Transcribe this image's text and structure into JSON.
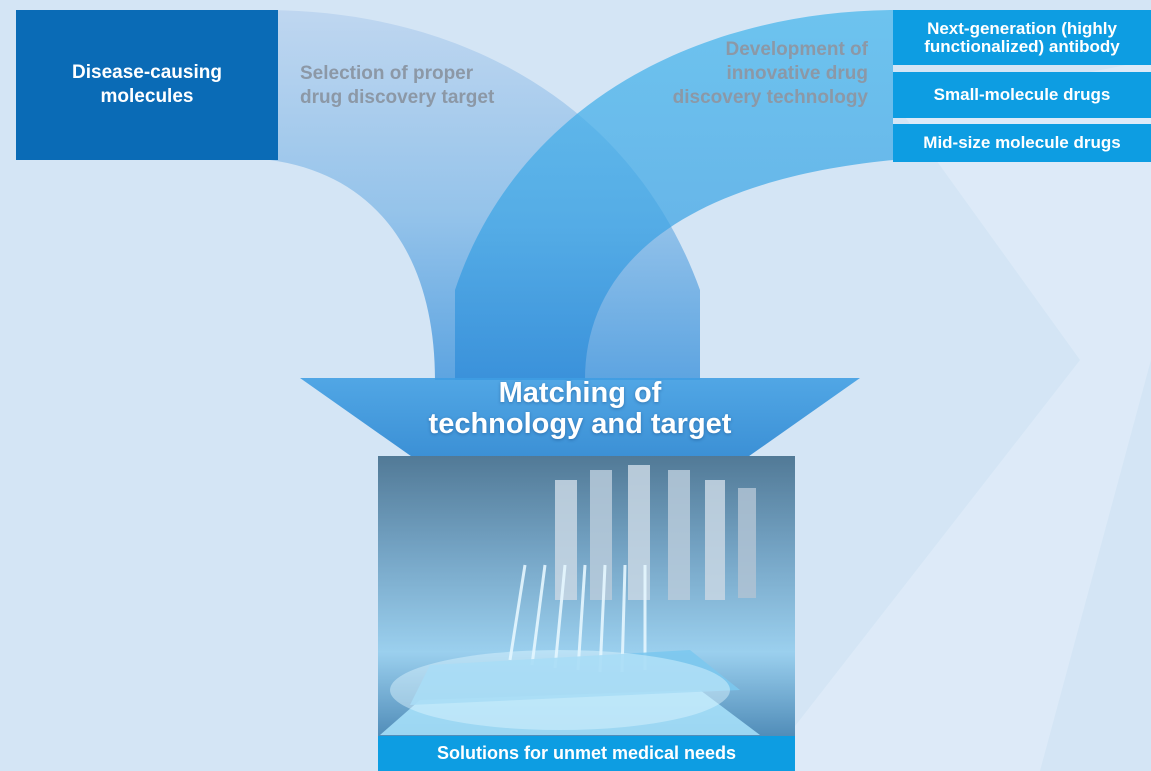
{
  "boxes": {
    "disease_causing": "Disease-causing\nmolecules",
    "next_generation": "Next-generation (highly\nfunctionalized) antibody",
    "small_molecule": "Small-molecule drugs",
    "mid_size": "Mid-size molecule drugs",
    "solutions": "Solutions for unmet medical needs"
  },
  "labels": {
    "selection": "Selection of proper\ndrug discovery target",
    "development": "Development of\ninnovative drug\ndiscovery technology",
    "matching": "Matching of\ntechnology and target"
  },
  "colors": {
    "background": "#d4e5f5",
    "dark_box": "#0a6bb6",
    "cyan_box": "#0d9de2",
    "gray_text": "#8c98a6",
    "arrow": "#3b8fd6"
  },
  "photo": {
    "subject": "laboratory pipettes dispensing into a multi-well plate",
    "icon": "lab-photo"
  }
}
